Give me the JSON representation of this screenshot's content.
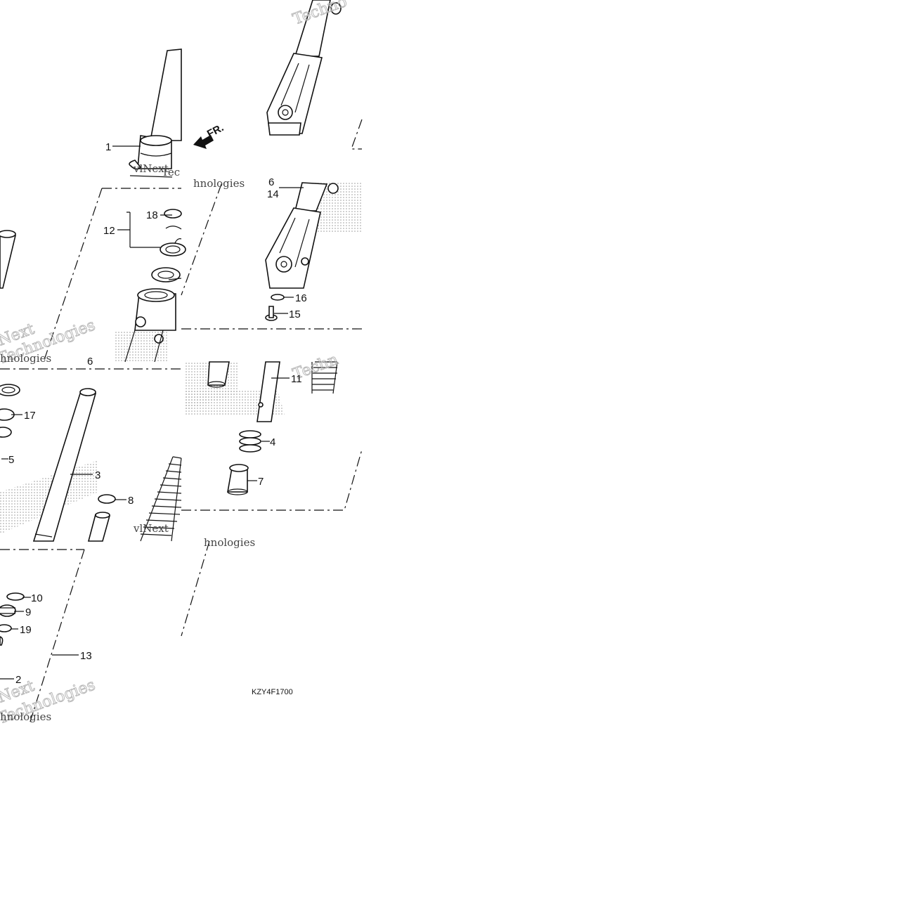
{
  "diagram": {
    "catalog_code": "KZY4F1700",
    "direction_label": "FR.",
    "callouts": [
      "1",
      "2",
      "3",
      "4",
      "5",
      "6",
      "7",
      "8",
      "9",
      "10",
      "11",
      "12",
      "13",
      "14",
      "15",
      "16",
      "17",
      "18",
      "19"
    ],
    "watermarks": [
      "Next",
      "Technologies",
      "vlNext",
      "Tec",
      "hnologies",
      "Techno",
      "nologies",
      "Techn"
    ]
  }
}
